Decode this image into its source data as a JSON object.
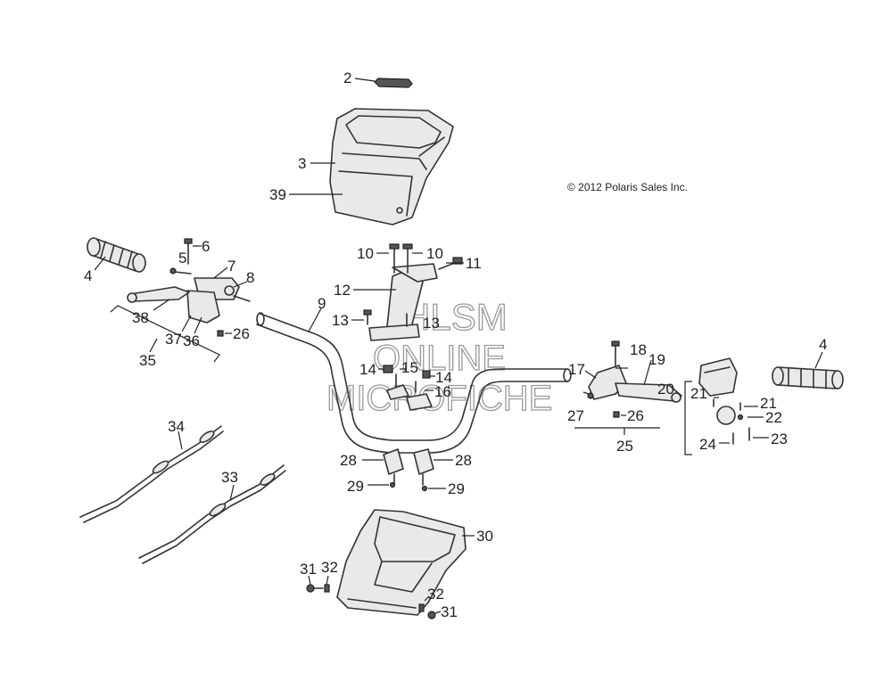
{
  "copyright": "© 2012 Polaris Sales Inc.",
  "watermark": [
    "HLSM",
    "ONLINE",
    "MICROFICHE"
  ],
  "callouts": {
    "c2": "2",
    "c3": "3",
    "c39": "39",
    "c4_left": "4",
    "c6": "6",
    "c5": "5",
    "c7": "7",
    "c8": "8",
    "c38": "38",
    "c37": "37",
    "c36": "36",
    "c26_left": "26",
    "c35": "35",
    "c10_a": "10",
    "c10_b": "10",
    "c11": "11",
    "c12": "12",
    "c13_a": "13",
    "c13_b": "13",
    "c9": "9",
    "c14_a": "14",
    "c15": "15",
    "c14_b": "14",
    "c16": "16",
    "c28_a": "28",
    "c28_b": "28",
    "c29_a": "29",
    "c29_b": "29",
    "c17": "17",
    "c18": "18",
    "c19": "19",
    "c27": "27",
    "c26_right": "26",
    "c25": "25",
    "c4_right": "4",
    "c20": "20",
    "c21_a": "21",
    "c21_b": "21",
    "c22": "22",
    "c23": "23",
    "c24": "24",
    "c34": "34",
    "c33": "33",
    "c30": "30",
    "c31_a": "31",
    "c32_a": "32",
    "c32_b": "32",
    "c31_b": "31"
  }
}
